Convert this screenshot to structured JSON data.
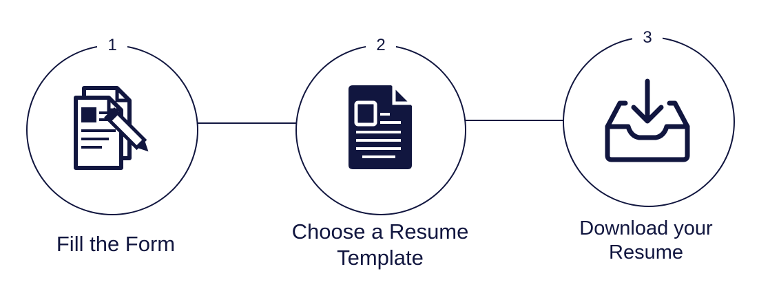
{
  "steps": [
    {
      "number": "1",
      "label": "Fill the Form",
      "icon": "document-pencil-icon"
    },
    {
      "number": "2",
      "label": "Choose a Resume\nTemplate",
      "icon": "resume-document-icon"
    },
    {
      "number": "3",
      "label": "Download your\nResume",
      "icon": "download-tray-icon"
    }
  ],
  "colors": {
    "primary": "#11163f",
    "background": "#ffffff"
  }
}
